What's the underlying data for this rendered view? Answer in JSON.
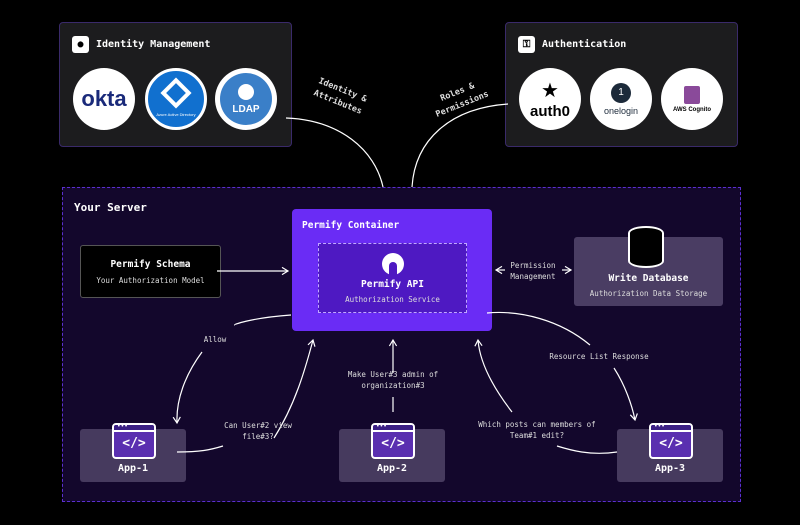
{
  "identity": {
    "title": "Identity Management",
    "icon": "user-circle-icon",
    "providers": [
      "okta",
      "Azure Active Directory",
      "LDAP"
    ]
  },
  "authentication": {
    "title": "Authentication",
    "icon": "key-icon",
    "providers": [
      "auth0",
      "onelogin",
      "AWS Cognito"
    ]
  },
  "flows": {
    "identity_attributes": "Identity & Attributes",
    "roles_permissions": "Roles & Permissions",
    "permission_management": "Permission Management",
    "allow": "Allow",
    "can_view": "Can User#2 view file#3?",
    "make_admin": "Make User#3 admin of organization#3",
    "which_posts": "Which posts can members of Team#1 edit?",
    "resource_list": "Resource List Response"
  },
  "server": {
    "title": "Your Server"
  },
  "container": {
    "title": "Permify Container",
    "api_title": "Permify API",
    "api_sub": "Authorization Service"
  },
  "schema": {
    "title": "Permify Schema",
    "sub": "Your Authorization Model"
  },
  "database": {
    "title": "Write Database",
    "sub": "Authorization Data Storage"
  },
  "apps": [
    "App-1",
    "App-2",
    "App-3"
  ],
  "colors": {
    "accent": "#6a2cf5",
    "server_bg": "#13072c",
    "app_bg": "#463a5e"
  }
}
